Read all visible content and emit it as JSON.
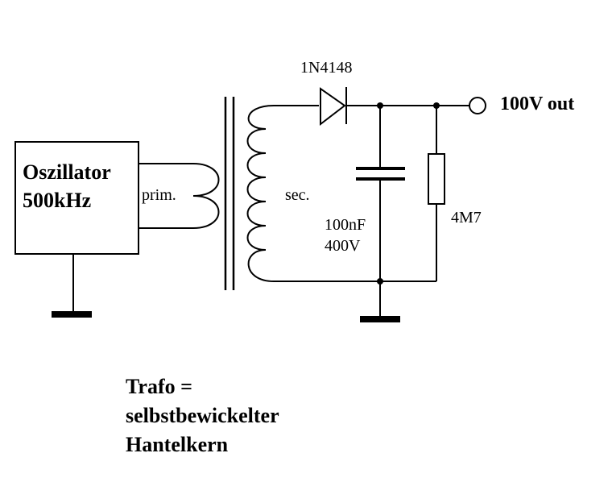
{
  "oscillator": {
    "line1": "Oszillator",
    "line2": "500kHz"
  },
  "labels": {
    "primary": "prim.",
    "secondary": "sec.",
    "diode": "1N4148",
    "capacitor_value": "100nF",
    "capacitor_voltage": "400V",
    "resistor": "4M7",
    "output": "100V out"
  },
  "note": {
    "line1": "Trafo =",
    "line2": "selbstbewickelter",
    "line3": "Hantelkern"
  }
}
